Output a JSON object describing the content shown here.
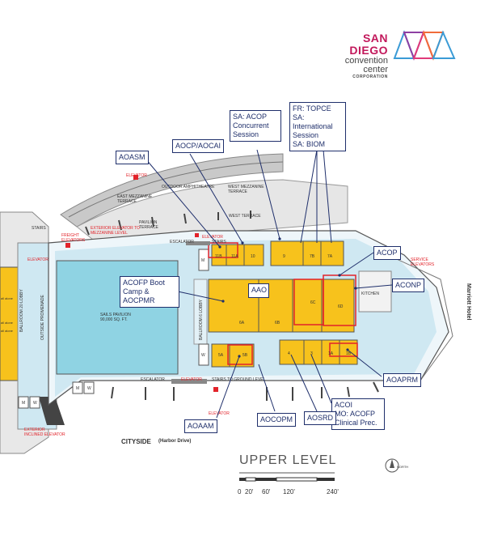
{
  "logo": {
    "name": "SAN DIEGO",
    "sub": "convention center",
    "corp": "CORPORATION"
  },
  "callouts": {
    "aoasm": "AOASM",
    "aocp": "AOCP/AOCAI",
    "acop_session": "SA: ACOP\nConcurrent\nSession",
    "topce": "FR: TOPCE\nSA: International\nSession\nSA: BIOM",
    "acofp_boot": "ACOFP Boot Camp &\nAOCPMR",
    "aao": "AAO",
    "acop": "ACOP",
    "aconp": "ACONP",
    "aoaprm": "AOAPRM",
    "acoi": "ACOI\nMO: ACOFP\nClinical Prec.",
    "aosrd": "AOSRD",
    "aocopm": "AOCOPM",
    "aoaam": "AOAAM"
  },
  "map_labels": {
    "elevator_top": "ELEVATOR",
    "east_mezz": "EAST MEZZANINE\nTERRACE",
    "outdoor_amph": "OUTDOOR AMPHITHEATRE",
    "west_mezz": "WEST MEZZANINE\nTERRACE",
    "pavilion_terrace": "PAVILION\nTERRACE",
    "west_terrace": "WEST TERRACE",
    "stairs_left": "STAIRS",
    "freight": "FREIGHT\nELEVATORS",
    "ext_elevator": "EXTERIOR ELEVATOR TO\nMEZZANINE LEVEL",
    "elevator_left": "ELEVATOR",
    "escalator_top": "ESCALATOR",
    "elevator_top2": "ELEVATOR",
    "stairs_top": "STAIRS",
    "service_elev": "SERVICE\nELEVATORS",
    "marriott": "Marriott Hotel",
    "ballroom20": "BALLROOM 20 LOBBY",
    "outside_promenade": "OUTSIDE PROMENADE",
    "ballroom6_lobby": "BALLROOM 6 LOBBY",
    "sails_pavilion": "SAILS PAVILION\n90,000 SQ. FT.",
    "escalator_bottom": "ESCALATOR",
    "elevator_bottom": "ELEVATOR",
    "stairs_ground": "STAIRS TO GROUND LEVEL",
    "elevator_small": "ELEVATOR",
    "ext_inclined": "EXTERIOR\nINCLINED ELEVATOR",
    "cityside": "CITYSIDE",
    "harbor": "(Harbor Drive)",
    "kitchen": "KITCHEN",
    "alone1": "all alone",
    "alone2": "all alone",
    "alone3": "all alone",
    "m_top": "M",
    "w_top": "W",
    "m_bot": "M",
    "w_bot": "W",
    "m_left": "M",
    "w_left": "W",
    "north": "NORTH"
  },
  "rooms": [
    "11B",
    "11A",
    "10",
    "9",
    "7B",
    "7A",
    "6A",
    "6B",
    "6C",
    "6D",
    "5A",
    "5B",
    "4",
    "3",
    "1A",
    "1B"
  ],
  "level": "UPPER LEVEL",
  "scale_labels": [
    "0",
    "20'",
    "60'",
    "120'",
    "240'"
  ],
  "colors": {
    "room": "#f7c21c",
    "lobby": "#cfe8f2",
    "sails": "#8fd3e3",
    "callout_border": "#1f2f6b",
    "highlight": "#e2232a",
    "terrace": "#c9c9c9"
  }
}
